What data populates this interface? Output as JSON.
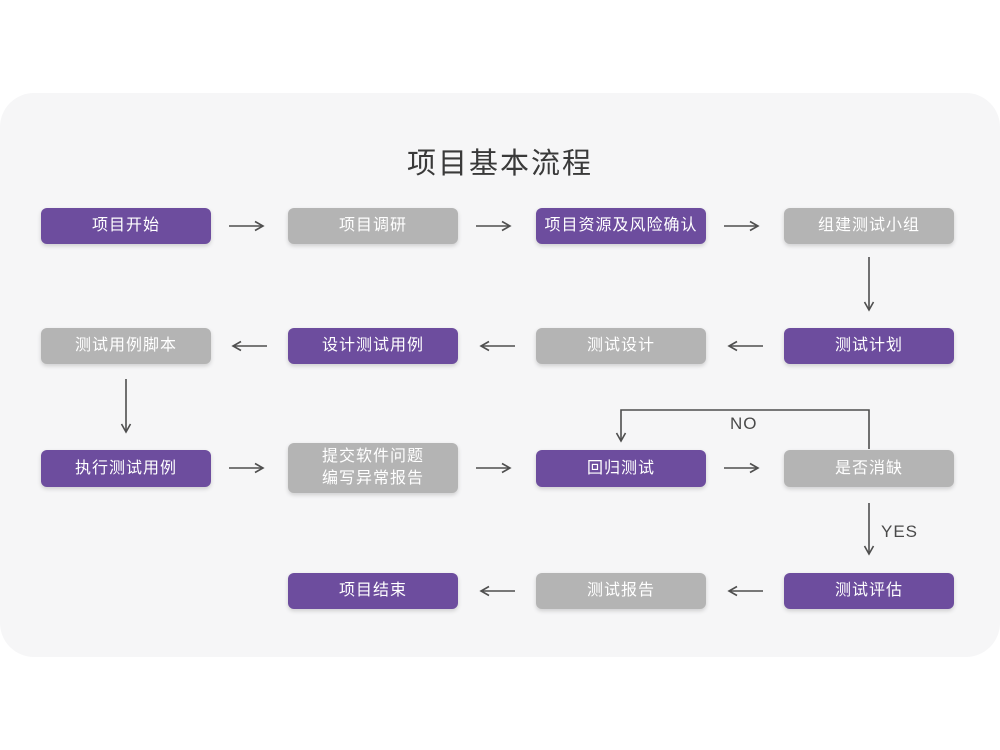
{
  "title": "项目基本流程",
  "colors": {
    "purple": "#6d4d9e",
    "gray": "#b4b4b4",
    "page_bg": "#ffffff",
    "card_bg": "#f6f6f7",
    "title_color": "#3a3a3a",
    "node_text": "#ffffff",
    "arrow": "#4f4f4f",
    "label_color": "#4a4a4a"
  },
  "nodes": [
    {
      "id": "project-start",
      "label": "项目开始",
      "variant": "purple"
    },
    {
      "id": "project-research",
      "label": "项目调研",
      "variant": "gray"
    },
    {
      "id": "resources-risk",
      "label": "项目资源及风险确认",
      "variant": "purple"
    },
    {
      "id": "build-test-team",
      "label": "组建测试小组",
      "variant": "gray"
    },
    {
      "id": "test-plan",
      "label": "测试计划",
      "variant": "purple"
    },
    {
      "id": "test-design",
      "label": "测试设计",
      "variant": "gray"
    },
    {
      "id": "design-test-cases",
      "label": "设计测试用例",
      "variant": "purple"
    },
    {
      "id": "test-case-scripts",
      "label": "测试用例脚本",
      "variant": "gray"
    },
    {
      "id": "run-test-cases",
      "label": "执行测试用例",
      "variant": "purple"
    },
    {
      "id": "submit-issue-report",
      "label": "提交软件问题\n编写异常报告",
      "variant": "gray"
    },
    {
      "id": "regression-test",
      "label": "回归测试",
      "variant": "purple"
    },
    {
      "id": "defect-cleared",
      "label": "是否消缺",
      "variant": "gray"
    },
    {
      "id": "test-evaluation",
      "label": "测试评估",
      "variant": "purple"
    },
    {
      "id": "test-report",
      "label": "测试报告",
      "variant": "gray"
    },
    {
      "id": "project-end",
      "label": "项目结束",
      "variant": "purple"
    }
  ],
  "edge_labels": {
    "no": "NO",
    "yes": "YES"
  },
  "edges": [
    {
      "from": "project-start",
      "to": "project-research"
    },
    {
      "from": "project-research",
      "to": "resources-risk"
    },
    {
      "from": "resources-risk",
      "to": "build-test-team"
    },
    {
      "from": "build-test-team",
      "to": "test-plan"
    },
    {
      "from": "test-plan",
      "to": "test-design"
    },
    {
      "from": "test-design",
      "to": "design-test-cases"
    },
    {
      "from": "design-test-cases",
      "to": "test-case-scripts"
    },
    {
      "from": "test-case-scripts",
      "to": "run-test-cases"
    },
    {
      "from": "run-test-cases",
      "to": "submit-issue-report"
    },
    {
      "from": "submit-issue-report",
      "to": "regression-test"
    },
    {
      "from": "regression-test",
      "to": "defect-cleared"
    },
    {
      "from": "defect-cleared",
      "to": "regression-test",
      "label": "NO"
    },
    {
      "from": "defect-cleared",
      "to": "test-evaluation",
      "label": "YES"
    },
    {
      "from": "test-evaluation",
      "to": "test-report"
    },
    {
      "from": "test-report",
      "to": "project-end"
    }
  ]
}
